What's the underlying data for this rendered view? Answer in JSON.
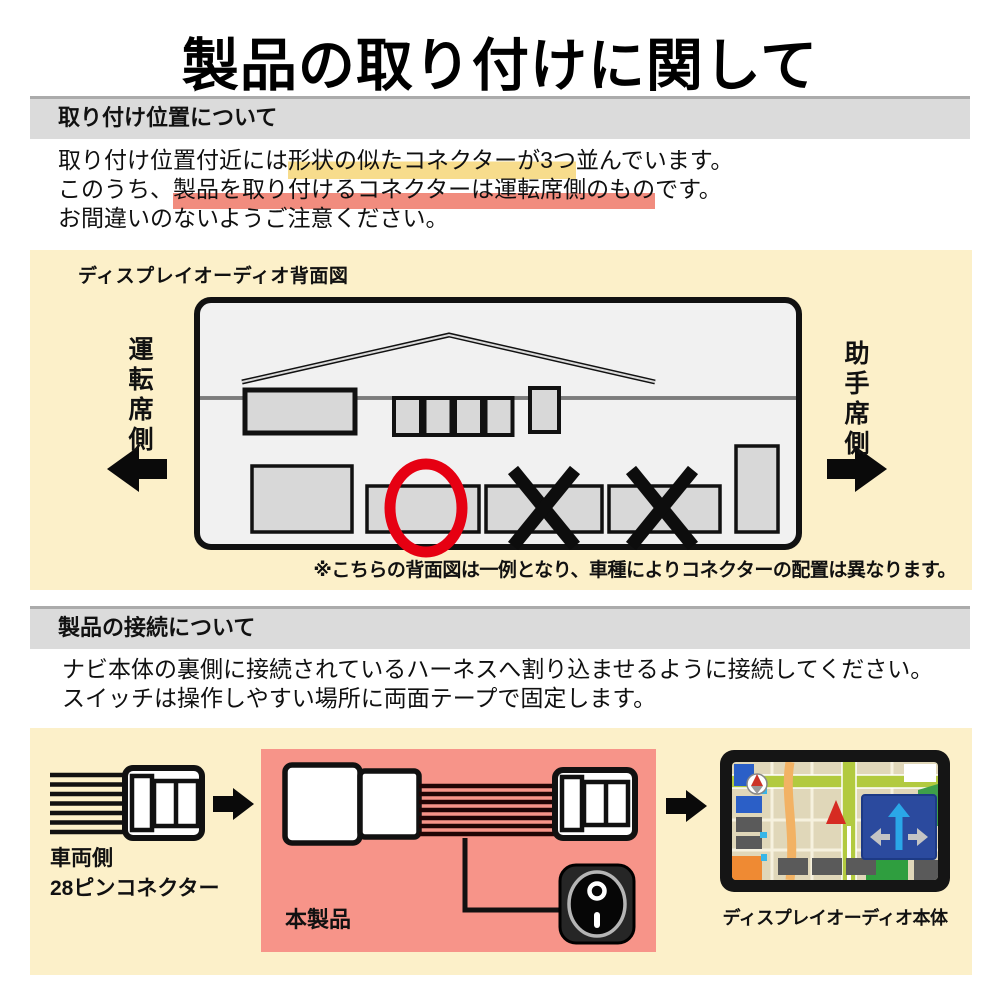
{
  "title": "製品の取り付けに関して",
  "colors": {
    "cream_panel": "#FCF0C9",
    "section_bar": "#DBDBDB",
    "highlight_yellow": "#F7DC8C",
    "highlight_red": "#F18C7E",
    "product_box_pink": "#F79489",
    "mark_red": "#E60012"
  },
  "section1": {
    "header": "取り付け位置について",
    "text": {
      "line1_pre": "取り付け位置付近には",
      "line1_highlight": "形状の似たコネクターが3つ",
      "line1_post": "並んでいます。",
      "line2_pre": "このうち、",
      "line2_highlight": "製品を取り付けるコネクターは運転席側のもの",
      "line2_post": "です。",
      "line3": "お間違いのないようご注意ください。"
    },
    "diagram": {
      "caption": "ディスプレイオーディオ背面図",
      "driver_side_label": "運転席側",
      "passenger_side_label": "助手席側",
      "footnote": "※こちらの背面図は一例となり、車種によりコネクターの配置は異なります。"
    }
  },
  "section2": {
    "header": "製品の接続について",
    "text": {
      "line1": "ナビ本体の裏側に接続されているハーネスへ割り込ませるように接続してください。",
      "line2": "スイッチは操作しやすい場所に両面テープで固定します。"
    },
    "diagram": {
      "vehicle_label_line1": "車両側",
      "vehicle_label_line2": "28ピンコネクター",
      "product_label": "本製品",
      "display_label": "ディスプレイオーディオ本体"
    }
  }
}
